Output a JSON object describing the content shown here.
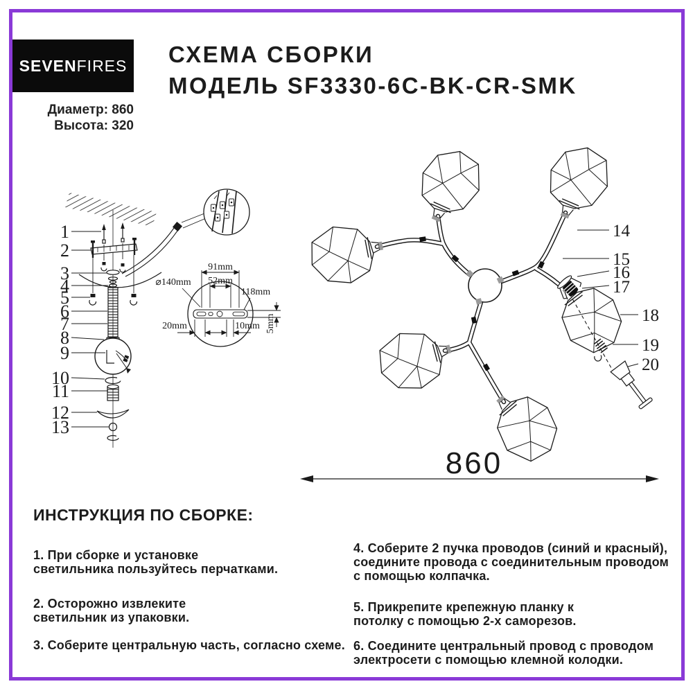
{
  "colors": {
    "border": "#8a3ad7",
    "logo_bg": "#0b0b0b",
    "ink": "#1a1a1a"
  },
  "header": {
    "logo_bold": "SEVEN",
    "logo_light": "FIRES",
    "title_line1": "СХЕМА СБОРКИ",
    "title_line2": "МОДЕЛЬ SF3330-6C-BK-CR-SMK",
    "diameter": "Диаметр: 860",
    "height": "Высота: 320"
  },
  "diagram": {
    "left_parts": [
      "1",
      "2",
      "3",
      "4",
      "5",
      "6",
      "7",
      "8",
      "9",
      "10",
      "11",
      "12",
      "13"
    ],
    "right_parts": [
      "14",
      "15",
      "16",
      "17",
      "18",
      "19",
      "20"
    ],
    "detail_dims": {
      "w91": "91mm",
      "w52": "52mm",
      "d140": "⌀140mm",
      "l118": "118mm",
      "o20": "20mm",
      "o10": "10mm",
      "t5": "5mm"
    },
    "overall_width": "860"
  },
  "instructions": {
    "heading": "ИНСТРУКЦИЯ ПО СБОРКЕ:",
    "left": [
      "1. При сборке и установке\nсветильника пользуйтесь перчатками.",
      "2. Осторожно извлеките\nсветильник из упаковки.",
      "3. Соберите центральную часть, согласно схеме."
    ],
    "right": [
      "4. Соберите 2 пучка проводов (синий и красный),\nсоедините провода с соединительным проводом\nс помощью колпачка.",
      "5. Прикрепите крепежную планку к\nпотолку с помощью 2-х саморезов.",
      "6. Соедините центральный провод с проводом\nэлектросети с помощью клемной колодки."
    ]
  }
}
